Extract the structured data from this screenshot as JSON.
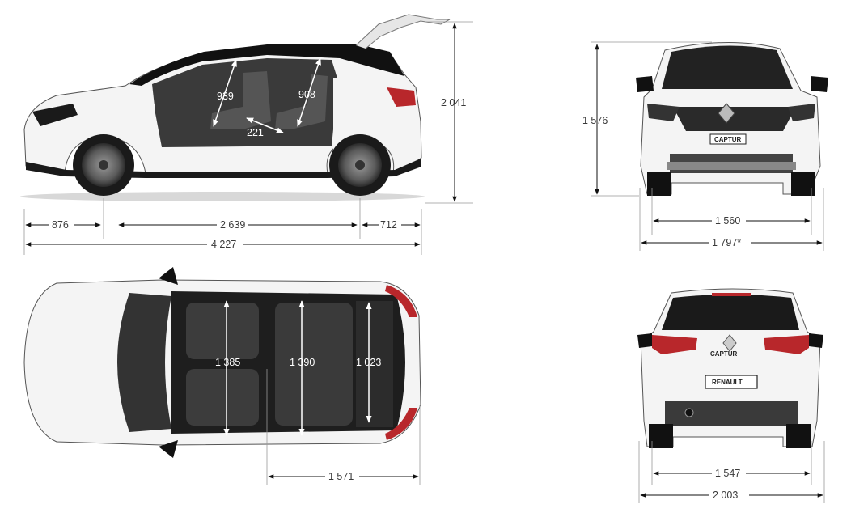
{
  "side_view": {
    "height": "2 041",
    "front_overhang": "876",
    "wheelbase": "2 639",
    "rear_overhang": "712",
    "length": "4 227",
    "front_headroom": "939",
    "rear_headroom": "908",
    "knee_room": "221"
  },
  "front_view": {
    "height": "1 576",
    "front_track": "1 560",
    "width": "1 797*",
    "badge": "CAPTUR"
  },
  "top_view": {
    "front_shoulder_width": "1 385",
    "rear_shoulder_width": "1 390",
    "boot_width": "1 023",
    "rear_length": "1 571"
  },
  "rear_view": {
    "rear_track": "1 547",
    "mirror_width": "2 003",
    "plate": "RENAULT",
    "badge": "CAPTUR"
  },
  "colors": {
    "body": "#f4f4f4",
    "roof": "#111111",
    "line": "#2b2b2b",
    "accent_red": "#b8272b"
  }
}
